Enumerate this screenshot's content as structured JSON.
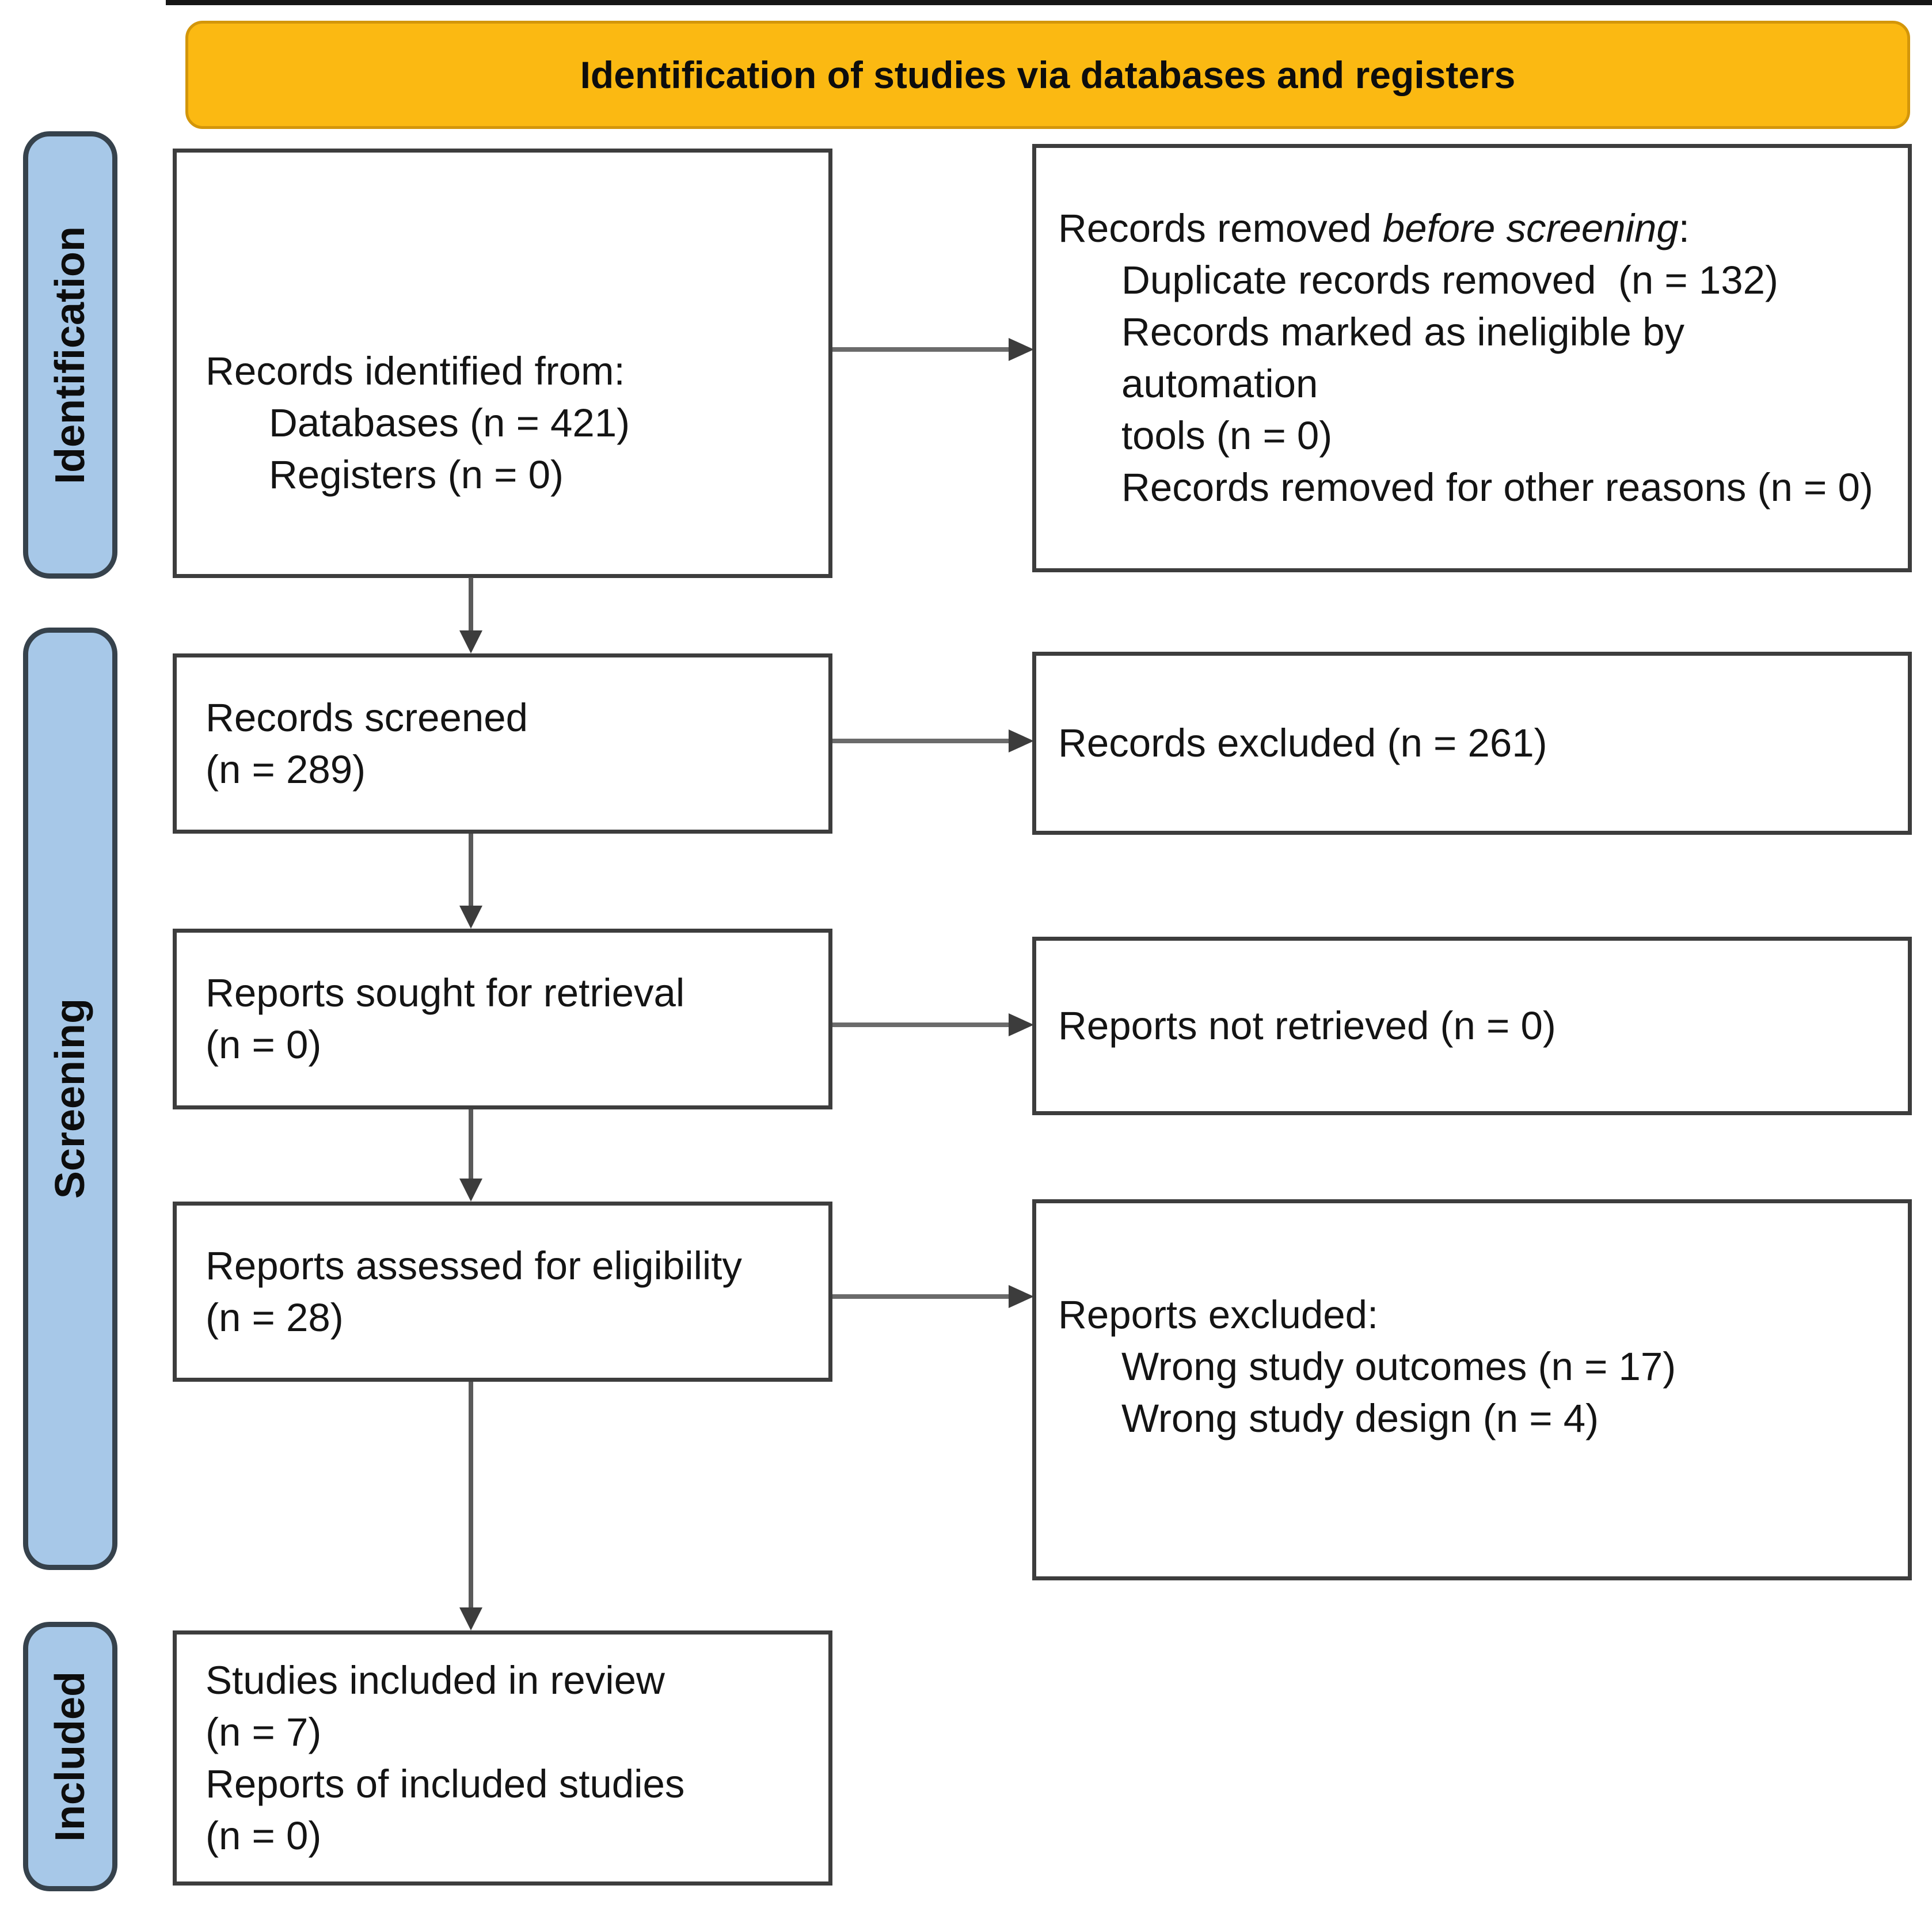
{
  "banner": {
    "label": "Identification of studies via databases and registers"
  },
  "stages": {
    "identification": "Identification",
    "screening": "Screening",
    "included": "Included"
  },
  "boxes": {
    "records_identified": {
      "line1": "Records identified from:",
      "line2": "Databases (n = 421)",
      "line3": "Registers (n = 0)"
    },
    "records_removed": {
      "line1_prefix": "Records removed ",
      "line1_italic": "before screening",
      "line1_suffix": ":",
      "line2": "Duplicate records removed  (n = 132)",
      "line3": "Records marked as ineligible by automation",
      "line4": "tools (n = 0)",
      "line5": "Records removed for other reasons (n = 0)"
    },
    "records_screened": {
      "line1": "Records screened",
      "line2": "(n = 289)"
    },
    "records_excluded": {
      "line1": "Records excluded (n = 261)"
    },
    "reports_sought": {
      "line1": "Reports sought for retrieval",
      "line2": "(n = 0)"
    },
    "reports_not_retrieved": {
      "line1": "Reports not retrieved (n = 0)"
    },
    "reports_assessed": {
      "line1": "Reports assessed for eligibility",
      "line2": "(n = 28)"
    },
    "reports_excluded": {
      "line1": "Reports excluded:",
      "line2": "Wrong study outcomes (n = 17)",
      "line3": "Wrong study design (n = 4)"
    },
    "studies_included": {
      "line1": "Studies included in review",
      "line2": "(n = 7)",
      "line3": "Reports of included studies",
      "line4": "(n = 0)"
    }
  },
  "colors": {
    "banner_bg": "#FBB912",
    "banner_border": "#D3960A",
    "stage_bg": "#A7C8E8",
    "stage_border": "#36424C",
    "box_border": "#3D3D3D",
    "top_rule": "#161616",
    "arrow_shaft": "#6B6B6B",
    "arrow_head": "#3C3C3C"
  }
}
